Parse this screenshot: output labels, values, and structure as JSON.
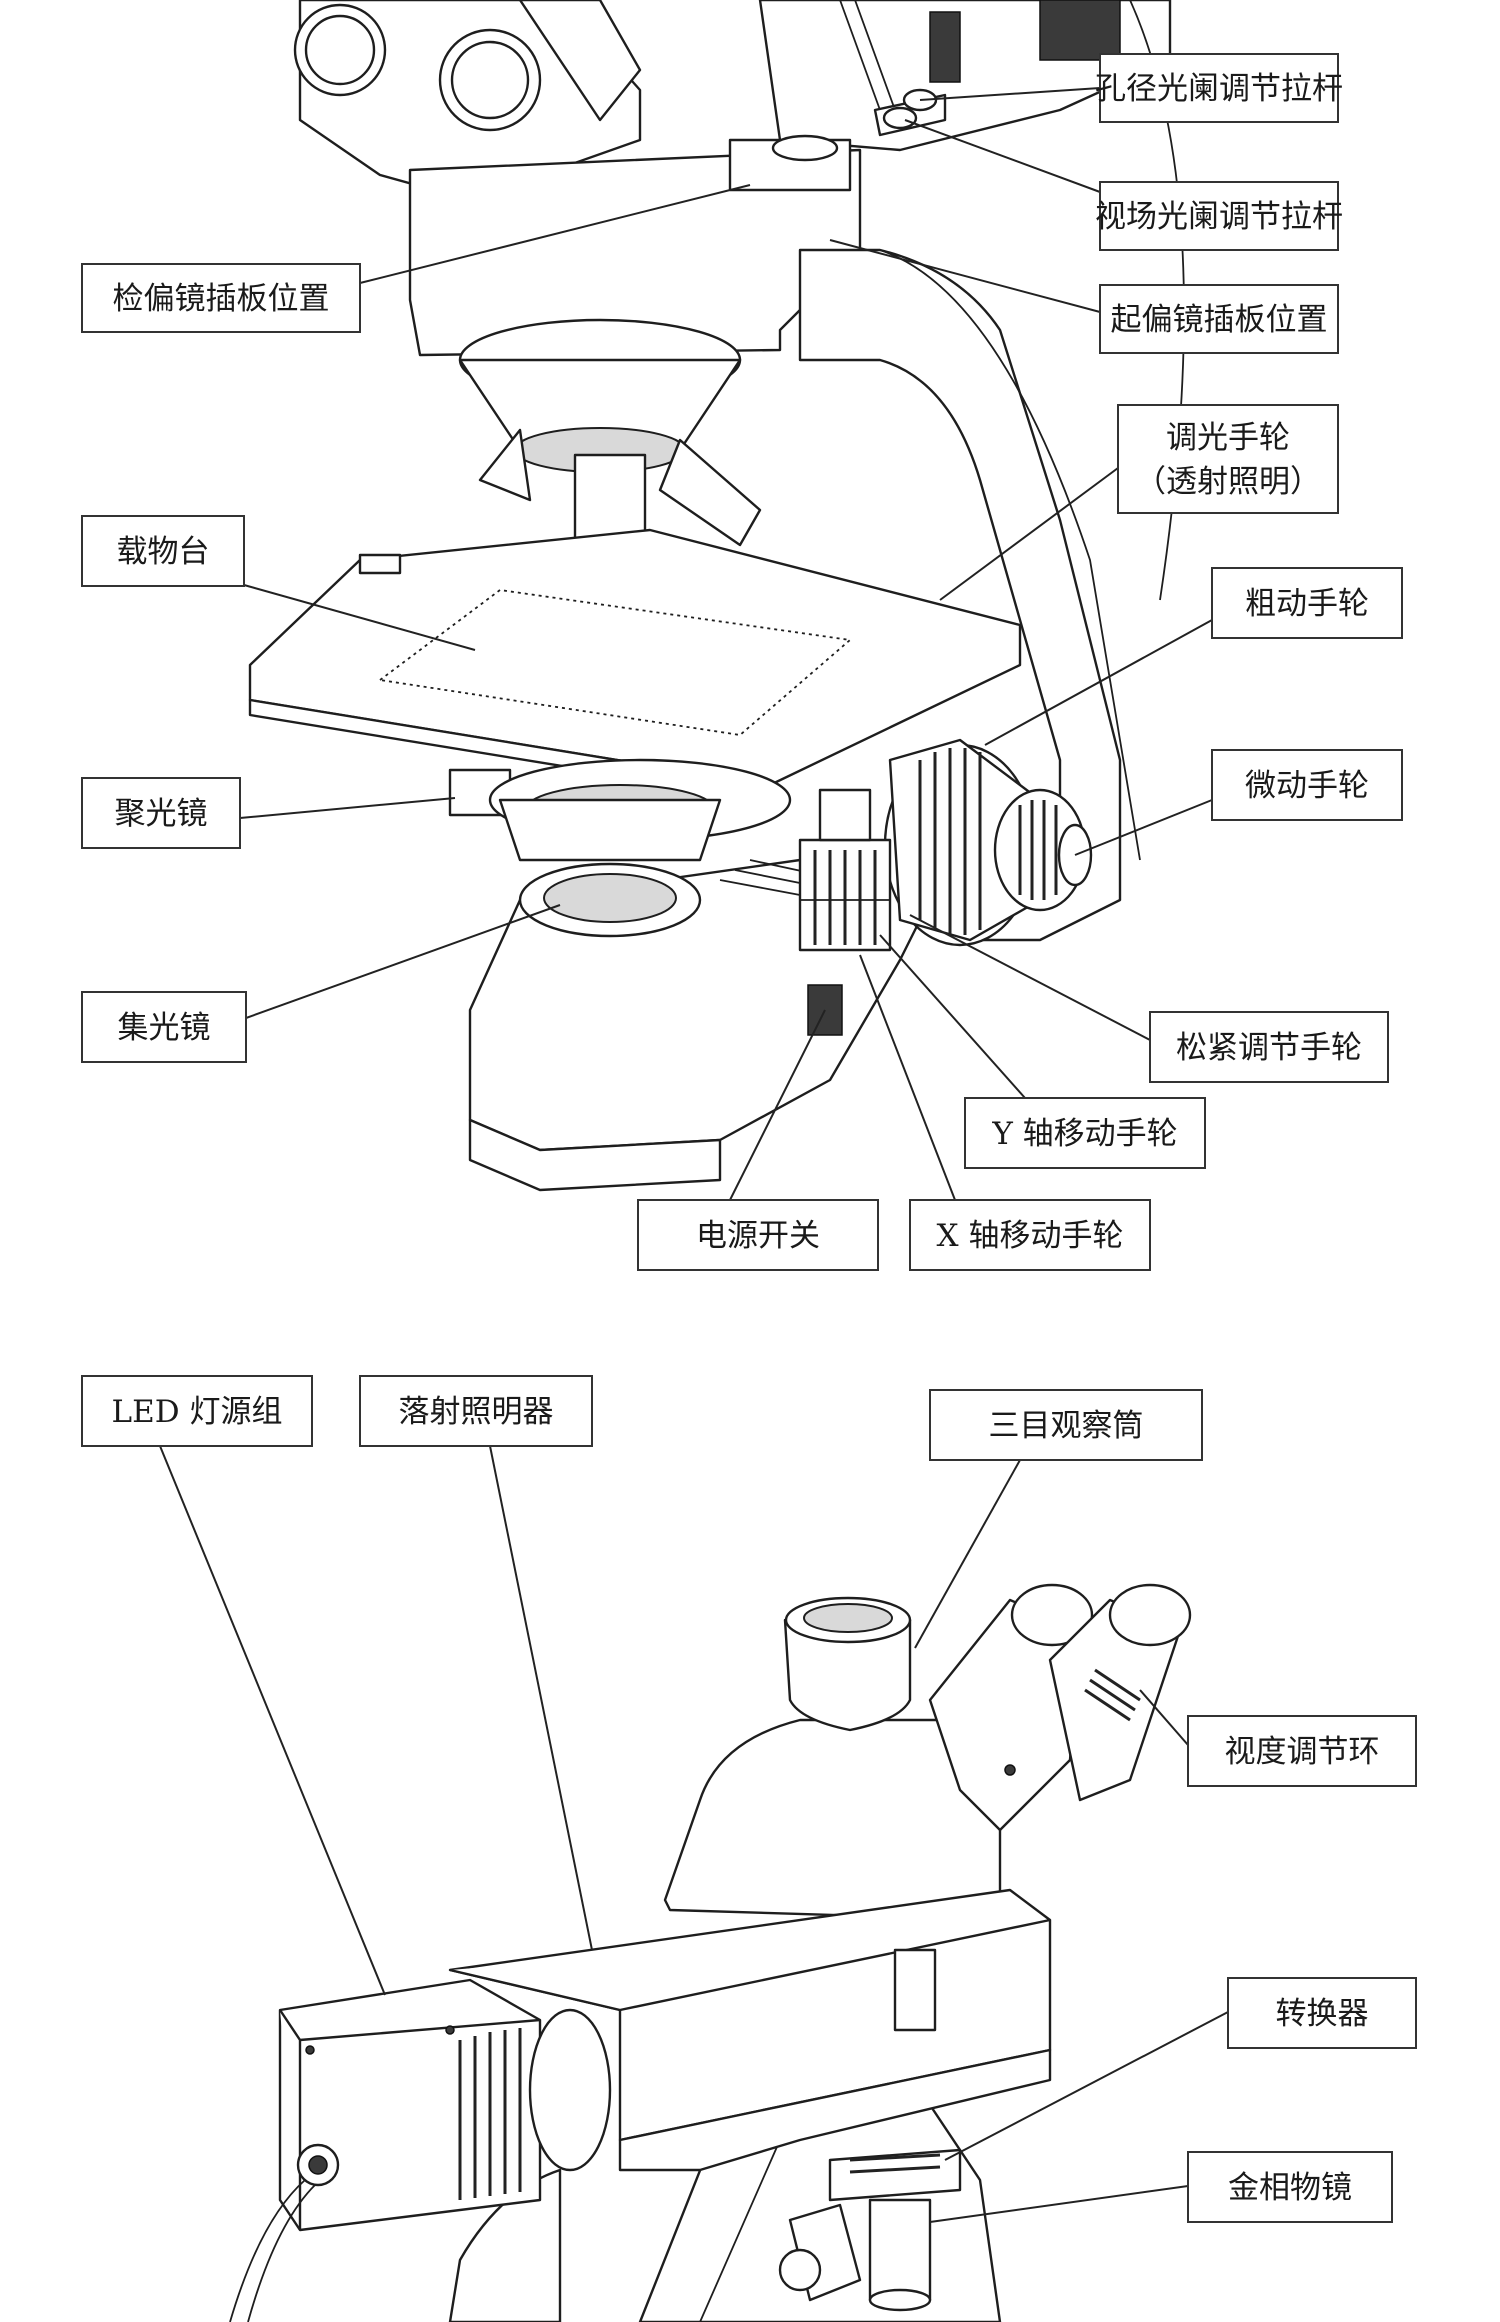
{
  "diagram_top": {
    "labels": [
      {
        "id": "aperture-diaphragm-lever",
        "text": "孔径光阑调节拉杆"
      },
      {
        "id": "field-diaphragm-lever",
        "text": "视场光阑调节拉杆"
      },
      {
        "id": "analyzer-slot",
        "text": "检偏镜插板位置"
      },
      {
        "id": "polarizer-slot",
        "text": "起偏镜插板位置"
      },
      {
        "id": "dimmer-wheel",
        "text": "调光手轮",
        "text2": "（透射照明）"
      },
      {
        "id": "stage",
        "text": "载物台"
      },
      {
        "id": "coarse-focus",
        "text": "粗动手轮"
      },
      {
        "id": "condenser",
        "text": "聚光镜"
      },
      {
        "id": "fine-focus",
        "text": "微动手轮"
      },
      {
        "id": "collector-lens",
        "text": "集光镜"
      },
      {
        "id": "tension-knob",
        "text": "松紧调节手轮"
      },
      {
        "id": "y-axis-knob",
        "text": "Y 轴移动手轮"
      },
      {
        "id": "power-switch",
        "text": "电源开关"
      },
      {
        "id": "x-axis-knob",
        "text": "X 轴移动手轮"
      }
    ]
  },
  "diagram_bottom": {
    "labels": [
      {
        "id": "led-light-source",
        "text": "LED 灯源组"
      },
      {
        "id": "epi-illuminator",
        "text": "落射照明器"
      },
      {
        "id": "trinocular-tube",
        "text": "三目观察筒"
      },
      {
        "id": "diopter-ring",
        "text": "视度调节环"
      },
      {
        "id": "nosepiece",
        "text": "转换器"
      },
      {
        "id": "metallurgical-objective",
        "text": "金相物镜"
      }
    ]
  }
}
